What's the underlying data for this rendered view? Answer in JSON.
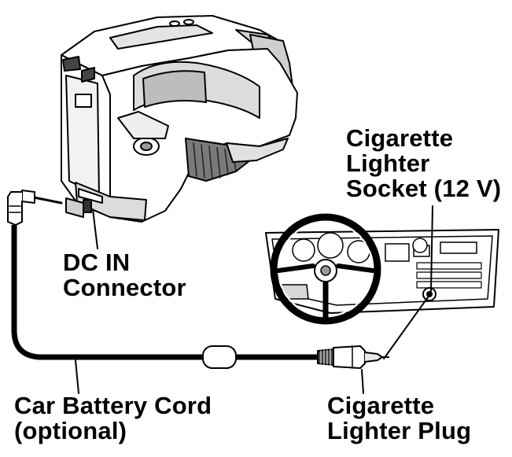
{
  "labels": {
    "socket": {
      "line1": "Cigarette",
      "line2": "Lighter",
      "line3": "Socket (12 V)"
    },
    "dc_in": {
      "line1": "DC IN",
      "line2": "Connector"
    },
    "cord": {
      "line1": "Car Battery Cord",
      "line2": "(optional)"
    },
    "plug": {
      "line1": "Cigarette",
      "line2": "Lighter Plug"
    }
  },
  "colors": {
    "ink": "#000000",
    "fill_light": "#ffffff",
    "fill_gray": "#d9d9d9",
    "fill_dark": "#6e6e6e"
  }
}
